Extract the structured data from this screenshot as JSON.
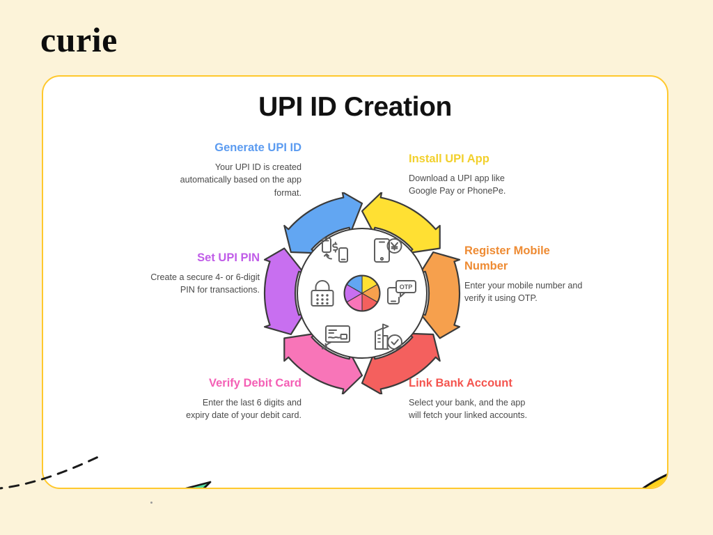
{
  "brand": {
    "logo_text": "curie"
  },
  "card": {
    "title": "UPI ID Creation",
    "border_color": "#FFC82C",
    "background": "#FFFFFF"
  },
  "page": {
    "background": "#FCF3D9"
  },
  "diagram": {
    "type": "cycle-donut",
    "segment_count": 6,
    "center_pie_colors": [
      "#FFE033",
      "#F6A04D",
      "#F4605E",
      "#F875B8",
      "#C86FF0",
      "#62A6F2"
    ],
    "steps": [
      {
        "id": "install-upi-app",
        "order": 1,
        "title": "Install UPI App",
        "description": "Download a UPI app like Google Pay or PhonePe.",
        "color": "#F2D02C",
        "segment_color": "#FFE033",
        "align": "left",
        "icon": "phone-currency-icon"
      },
      {
        "id": "register-mobile-number",
        "order": 2,
        "title": "Register Mobile Number",
        "description": "Enter your mobile number and verify it using OTP.",
        "color": "#EE8B33",
        "segment_color": "#F6A04D",
        "align": "left",
        "icon": "phone-otp-message-icon"
      },
      {
        "id": "link-bank-account",
        "order": 3,
        "title": "Link Bank Account",
        "description": "Select your bank, and the app will fetch your linked accounts.",
        "color": "#F4554F",
        "segment_color": "#F4605E",
        "align": "left",
        "icon": "bank-verified-icon"
      },
      {
        "id": "verify-debit-card",
        "order": 4,
        "title": "Verify Debit Card",
        "description": "Enter the last 6 digits and expiry date of your debit card.",
        "color": "#F45FB5",
        "segment_color": "#F875B8",
        "align": "right",
        "icon": "debit-card-signature-icon"
      },
      {
        "id": "set-upi-pin",
        "order": 5,
        "title": "Set UPI PIN",
        "description": "Create a secure 4- or 6-digit PIN for transactions.",
        "color": "#C05CE8",
        "segment_color": "#C86FF0",
        "align": "right",
        "icon": "padlock-keypad-icon"
      },
      {
        "id": "generate-upi-id",
        "order": 6,
        "title": "Generate UPI ID",
        "description": "Your UPI ID is created automatically based on the app format.",
        "color": "#5B9BF0",
        "segment_color": "#62A6F2",
        "align": "right",
        "icon": "money-transfer-phones-icon"
      }
    ]
  },
  "decorations": [
    {
      "id": "paper-plane",
      "name": "paper-plane-icon",
      "color": "#3EDC94"
    },
    {
      "id": "dashed-trail",
      "name": "dashed-trail-line",
      "color": "#1A1A1A"
    },
    {
      "id": "gold-coin",
      "name": "gold-coin-icon",
      "color": "#FFD21E"
    }
  ]
}
